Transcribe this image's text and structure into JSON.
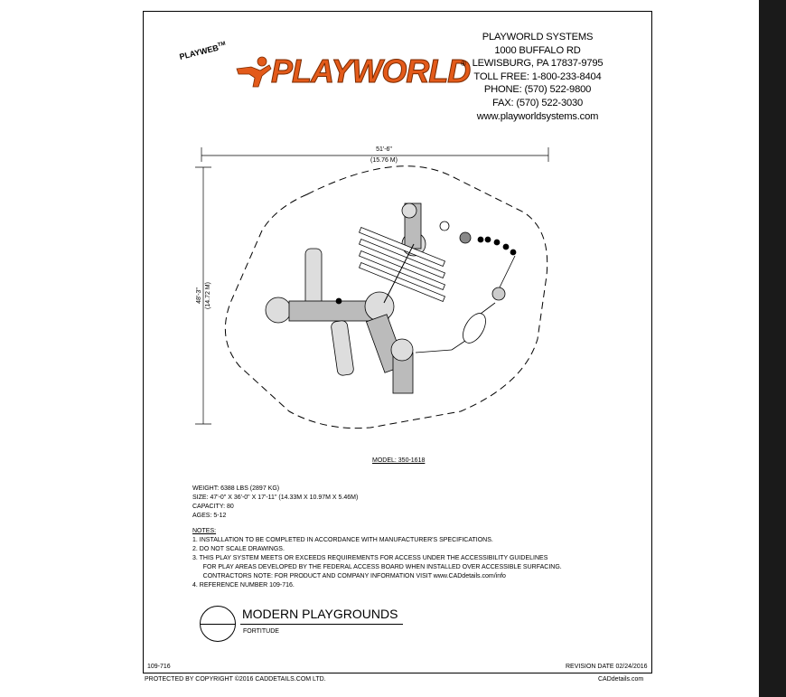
{
  "brand": {
    "playweb": "PLAYWEB",
    "trademark": "TM",
    "logo_text": "PLAYWORLD",
    "registered": "®",
    "figure_color": "#e35a1a"
  },
  "company": {
    "lines": [
      "PLAYWORLD SYSTEMS",
      "1000 BUFFALO RD",
      "LEWISBURG, PA 17837-9795",
      "TOLL FREE: 1-800-233-8404",
      "PHONE: (570) 522-9800",
      "FAX: (570) 522-3030",
      "www.playworldsystems.com"
    ]
  },
  "dimensions": {
    "width_ft": "51'-6\"",
    "width_m": "(15.76 M)",
    "height_ft": "48'-3\"",
    "height_m": "(14.72 M)"
  },
  "model": "MODEL: 350-1618",
  "specs": [
    "WEIGHT: 6388 LBS (2897 KG)",
    "SIZE: 47'-0\" X 36'-0\" X 17'-11\" (14.33M X 10.97M X 5.46M)",
    "CAPACITY: 80",
    "AGES: 5-12"
  ],
  "notes": {
    "heading": "NOTES:",
    "items": [
      "1.  INSTALLATION TO BE COMPLETED IN ACCORDANCE WITH MANUFACTURER'S SPECIFICATIONS.",
      "2.  DO NOT SCALE DRAWINGS.",
      "3.  THIS PLAY SYSTEM MEETS OR EXCEEDS REQUIREMENTS FOR ACCESS UNDER THE ACCESSIBILITY GUIDELINES",
      "      FOR PLAY AREAS DEVELOPED BY THE FEDERAL ACCESS BOARD WHEN INSTALLED OVER ACCESSIBLE SURFACING.",
      "      CONTRACTORS NOTE: FOR PRODUCT AND COMPANY INFORMATION VISIT www.CADdetails.com/info",
      "4.  REFERENCE NUMBER 109-716."
    ]
  },
  "title_block": {
    "title": "MODERN PLAYGROUNDS",
    "subtitle": "FORTITUDE"
  },
  "footer": {
    "ref_number": "109-716",
    "revision": "REVISION DATE 02/24/2016",
    "copyright": "PROTECTED BY COPYRIGHT ©2016 CADDETAILS.COM LTD.",
    "site": "CADdetails.com"
  }
}
